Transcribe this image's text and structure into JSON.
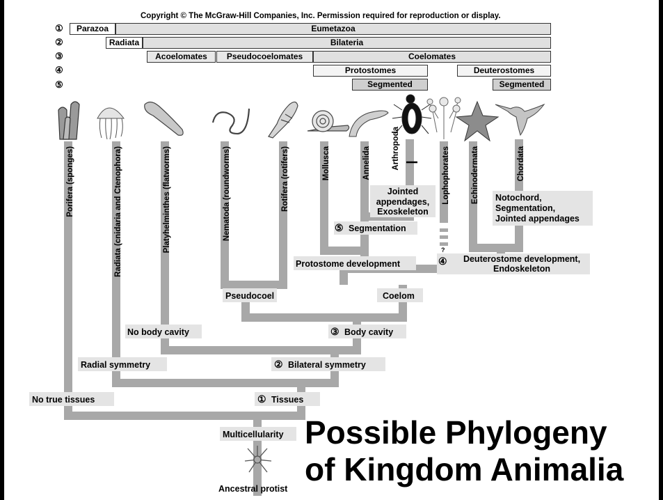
{
  "copyright": "Copyright © The McGraw-Hill Companies, Inc. Permission required for reproduction or display.",
  "levels": [
    "①",
    "②",
    "③",
    "④",
    "⑤"
  ],
  "bars": {
    "parazoa": "Parazoa",
    "eumetazoa": "Eumetazoa",
    "radiata": "Radiata",
    "bilateria": "Bilateria",
    "acoelomates": "Acoelomates",
    "pseudocoelomates": "Pseudocoelomates",
    "coelomates": "Coelomates",
    "protostomes": "Protostomes",
    "deuterostomes": "Deuterostomes",
    "segmented_proto": "Segmented",
    "segmented_deutero": "Segmented"
  },
  "taxa": {
    "porifera": "Porifera (sponges)",
    "radiata": "Radiata (cnidaria and Ctenophora)",
    "platyhelminthes": "Platyhelminthes (flatworms)",
    "nematoda": "Nematoda (roundworms)",
    "rotifera": "Rotifera (rotifers)",
    "mollusca": "Mollusca",
    "annelida": "Annelida",
    "arthropoda": "Arthropoda",
    "lophophorates": "Lophophorates",
    "echinodermata": "Echinodermata",
    "chordata": "Chordata"
  },
  "characters": {
    "jointed": [
      "Jointed",
      "appendages,",
      "Exoskeleton"
    ],
    "notochord": [
      "Notochord,",
      "Segmentation,",
      "Jointed appendages"
    ],
    "segmentation": "Segmentation",
    "seg_num": "⑤",
    "protostome_dev": "Protostome development",
    "deutero_num": "④",
    "deuterostome_dev": [
      "Deuterostome development,",
      "Endoskeleton"
    ],
    "question": "?",
    "pseudocoel": "Pseudocoel",
    "coelom": "Coelom",
    "no_body_cavity": "No body cavity",
    "body_cavity_num": "③",
    "body_cavity": "Body cavity",
    "radial_symmetry": "Radial symmetry",
    "bilateral_num": "②",
    "bilateral_symmetry": "Bilateral symmetry",
    "no_true_tissues": "No true tissues",
    "tissues_num": "①",
    "tissues": "Tissues",
    "multicellularity": "Multicellularity",
    "ancestral_protist": "Ancestral protist"
  },
  "title": [
    "Possible Phylogeny",
    "of Kingdom Animalia"
  ],
  "colors": {
    "branch": "#a8a8a8",
    "bar_fill": "#e0e0e0",
    "label_fill": "#dcdcdc",
    "text": "#000000"
  }
}
